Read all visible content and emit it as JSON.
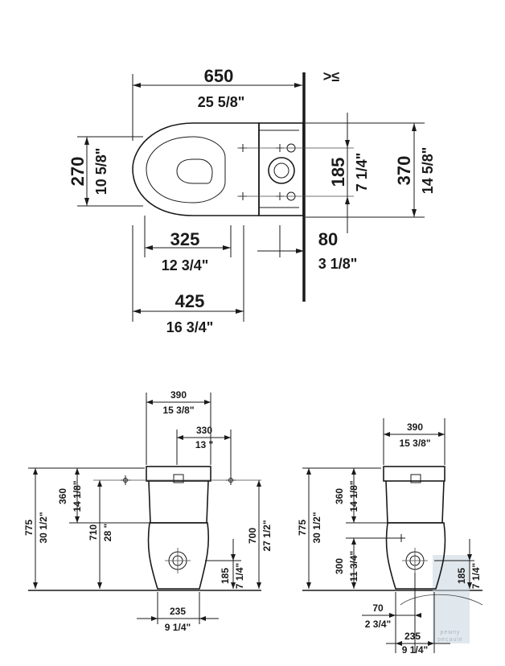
{
  "top_view": {
    "width_mm": "650",
    "width_in": "25 5/8\"",
    "wall_symbol": ">≤",
    "seat_depth_mm": "270",
    "seat_depth_in": "10 5/8\"",
    "fix_spacing_mm": "185",
    "fix_spacing_in": "7 1/4\"",
    "tank_width_mm": "370",
    "tank_width_in": "14 5/8\"",
    "rim_to_fix_mm": "325",
    "rim_to_fix_in": "12 3/4\"",
    "outlet_offset_mm": "80",
    "outlet_offset_in": "3 1/8\"",
    "rim_to_wall_mm": "425",
    "rim_to_wall_in": "16 3/4\""
  },
  "front_view": {
    "width_mm": "390",
    "width_in": "15 3/8\"",
    "fix_spacing_mm": "330",
    "fix_spacing_in": "13 \"",
    "height_mm": "775",
    "height_in": "30 1/2\"",
    "tank_height_mm": "360",
    "tank_height_in": "14 1/8\"",
    "fix_height_mm": "710",
    "fix_height_in": "28 \"",
    "fix_height_right_mm": "700",
    "fix_height_right_in": "27 1/2\"",
    "outlet_height_mm": "185",
    "outlet_height_in": "7 1/4\"",
    "base_width_mm": "235",
    "base_width_in": "9 1/4\""
  },
  "side_view": {
    "width_mm": "390",
    "width_in": "15 3/8\"",
    "height_mm": "775",
    "height_in": "30 1/2\"",
    "tank_height_mm": "360",
    "tank_height_in": "14 1/8\"",
    "outlet_height_mm": "300",
    "outlet_height_in": "11 3/4\"",
    "floor_outlet_mm": "185",
    "floor_outlet_in": "7 1/4\"",
    "outlet_offset_mm": "70",
    "outlet_offset_in": "2 3/4\"",
    "base_width_mm": "235",
    "base_width_in": "9 1/4\""
  },
  "watermark": {
    "line1": "ремпу",
    "line2": "ресаule"
  }
}
